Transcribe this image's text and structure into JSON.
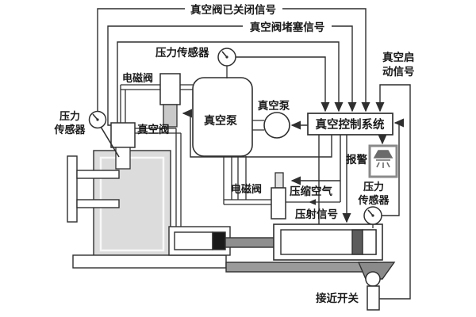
{
  "diagram_title": "vacuum die-casting control system schematic",
  "labels": {
    "signal_valve_closed": "真空阀已关闭信号",
    "signal_valve_clogged": "真空阀堵塞信号",
    "pressure_sensor_top": "压力传感器",
    "solenoid_valve_top": "电磁阀",
    "vacuum_valve": "真空阀",
    "pressure_sensor_left_line1": "压力",
    "pressure_sensor_left_line2": "传感器",
    "vacuum_tank": "真空泵",
    "vacuum_pump": "真空泵",
    "control_system": "真空控制系统",
    "vacuum_start_line1": "真空启",
    "vacuum_start_line2": "动信号",
    "alarm": "报警",
    "pressure_sensor_right_line1": "压力",
    "pressure_sensor_right_line2": "传感器",
    "solenoid_valve_bottom": "电磁阀",
    "compressed_air": "压缩空气",
    "injection_signal": "压射信号",
    "proximity_switch": "接近开关"
  },
  "colors": {
    "line": "#2f2f2f",
    "die_block_fill": "#dcdcdc",
    "rod_fill": "#8f8f8f",
    "plunger_tip_fill": "#1a1a1a",
    "alarm_box_border": "#8a8a8a"
  }
}
